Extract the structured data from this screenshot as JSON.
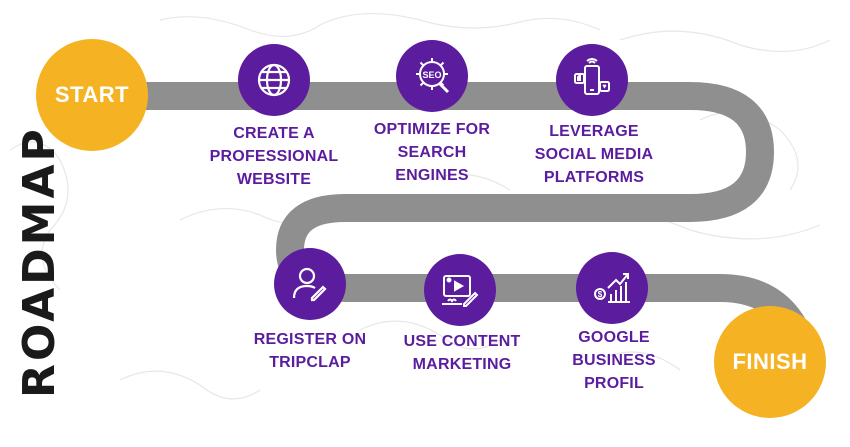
{
  "title": "ROADMAP",
  "start_label": "START",
  "finish_label": "FINISH",
  "colors": {
    "accent_orange": "#f5b324",
    "accent_purple": "#5b1d9e",
    "road_gray": "#8f8f8f",
    "title_dark": "#1a1a1a"
  },
  "steps": [
    {
      "icon": "globe-icon",
      "label": "CREATE A PROFESSIONAL WEBSITE"
    },
    {
      "icon": "seo-gear-icon",
      "label": "OPTIMIZE FOR SEARCH ENGINES"
    },
    {
      "icon": "social-media-phone-icon",
      "label": "LEVERAGE SOCIAL MEDIA PLATFORMS"
    },
    {
      "icon": "user-edit-icon",
      "label": "REGISTER ON TRIPCLAP"
    },
    {
      "icon": "content-marketing-icon",
      "label": "USE CONTENT MARKETING"
    },
    {
      "icon": "business-growth-chart-icon",
      "label": "GOOGLE BUSINESS PROFIL"
    }
  ]
}
